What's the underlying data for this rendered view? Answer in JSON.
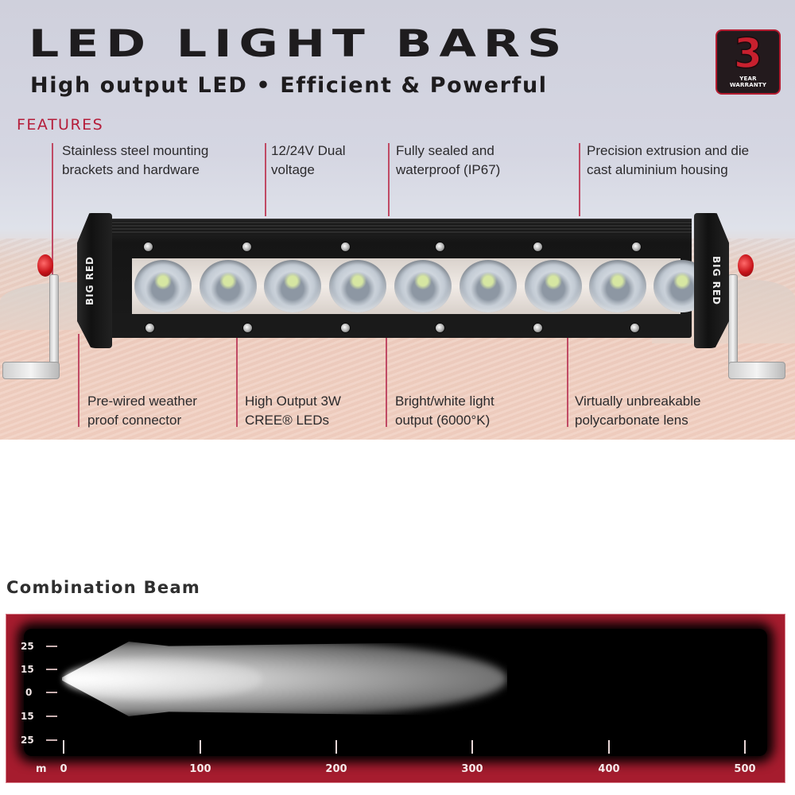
{
  "header": {
    "title": "LED LIGHT BARS",
    "subtitle": "High output LED • Efficient & Powerful",
    "warranty_badge": {
      "number": "3",
      "line1": "YEAR",
      "line2": "WARRANTY"
    }
  },
  "features": {
    "label": "FEATURES",
    "top": [
      {
        "line1": "Stainless steel mounting",
        "line2": "brackets and hardware"
      },
      {
        "line1": "12/24V Dual",
        "line2": "voltage"
      },
      {
        "line1": "Fully sealed and",
        "line2": "waterproof (IP67)"
      },
      {
        "line1": "Precision extrusion and die",
        "line2": "cast aluminium housing"
      }
    ],
    "bottom": [
      {
        "line1": "Pre-wired weather",
        "line2": "proof connector"
      },
      {
        "line1": "High Output 3W",
        "line2": "CREE® LEDs"
      },
      {
        "line1": "Bright/white light",
        "line2": "output (6000°K)"
      },
      {
        "line1": "Virtually unbreakable",
        "line2": "polycarbonate lens"
      }
    ]
  },
  "product": {
    "brand_left": "BIG RED",
    "brand_right": "BIG RED",
    "led_count": 9
  },
  "colors": {
    "accent_red": "#b51d3a",
    "chart_frame": "#a61c2e",
    "title_dark": "#1e1c1e"
  },
  "beam_chart": {
    "title": "Combination Beam",
    "unit": "m"
  },
  "chart_data": {
    "type": "heatmap",
    "title": "Combination Beam",
    "xlabel": "m",
    "ylabel": "",
    "x_ticks": [
      0,
      100,
      200,
      300,
      400,
      500
    ],
    "y_ticks": [
      "25",
      "15",
      "0",
      "15",
      "25"
    ],
    "xlim": [
      0,
      500
    ],
    "ylim": [
      -25,
      25
    ],
    "beam_profile": {
      "description": "Beam intensity pattern: bright flood near source, narrowing spot reaching ~300 m",
      "max_reach_m": 300,
      "flood_width_m": 15,
      "spot_half_width_at_100m": 15,
      "bright_core_reach_m": 200
    },
    "grid": false,
    "legend": null
  }
}
